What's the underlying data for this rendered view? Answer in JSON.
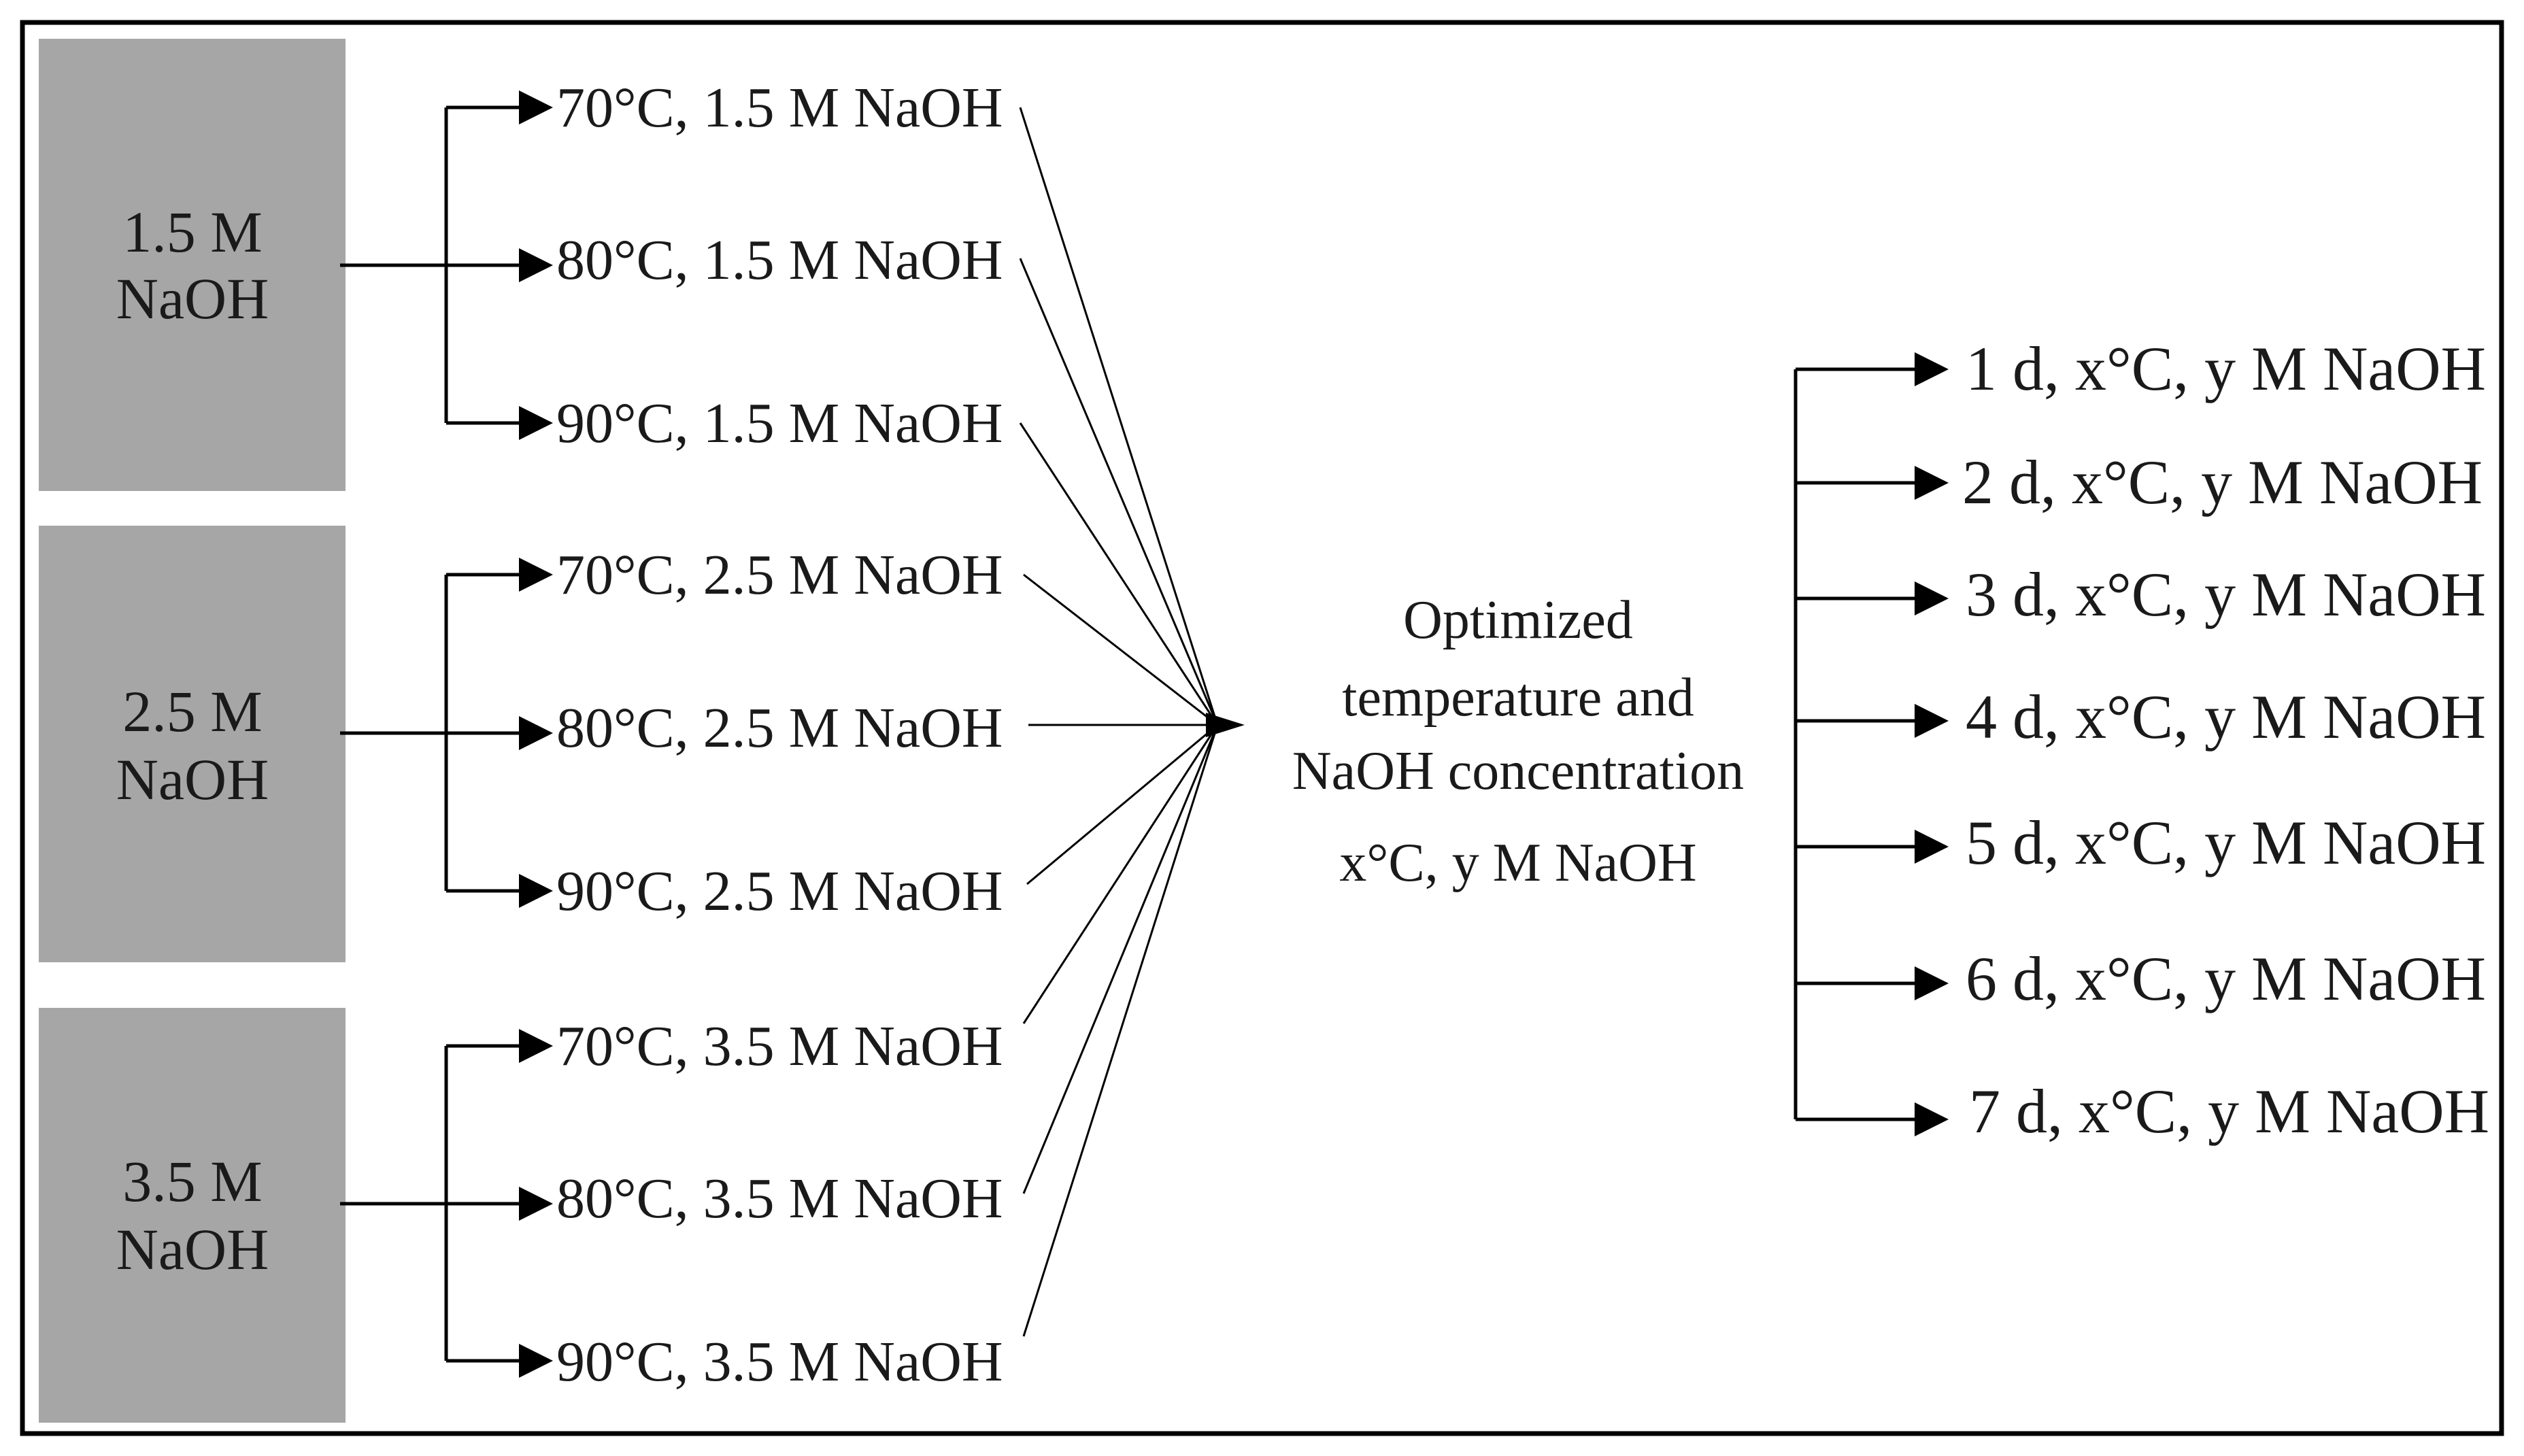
{
  "groups": [
    {
      "box_label": [
        "1.5 M",
        "NaOH"
      ],
      "conditions": [
        "70°C, 1.5 M NaOH",
        "80°C, 1.5 M NaOH",
        "90°C, 1.5 M NaOH"
      ]
    },
    {
      "box_label": [
        "2.5 M",
        "NaOH"
      ],
      "conditions": [
        "70°C, 2.5 M NaOH",
        "80°C, 2.5 M NaOH",
        "90°C, 2.5 M NaOH"
      ]
    },
    {
      "box_label": [
        "3.5 M",
        "NaOH"
      ],
      "conditions": [
        "70°C, 3.5 M NaOH",
        "80°C, 3.5 M NaOH",
        "90°C, 3.5 M NaOH"
      ]
    }
  ],
  "center": {
    "lines": [
      "Optimized",
      "temperature and",
      "NaOH concentration",
      "x°C, y M NaOH"
    ]
  },
  "days": [
    "1 d, x°C, y M NaOH",
    "2 d, x°C, y M NaOH",
    "3 d, x°C, y M NaOH",
    "4 d, x°C, y M NaOH",
    "5 d, x°C, y M NaOH",
    "6 d, x°C, y M NaOH",
    "7 d, x°C, y M NaOH"
  ],
  "colors": {
    "box_fill": "#a6a6a6",
    "line": "#000000",
    "text": "#1a1a1a"
  }
}
